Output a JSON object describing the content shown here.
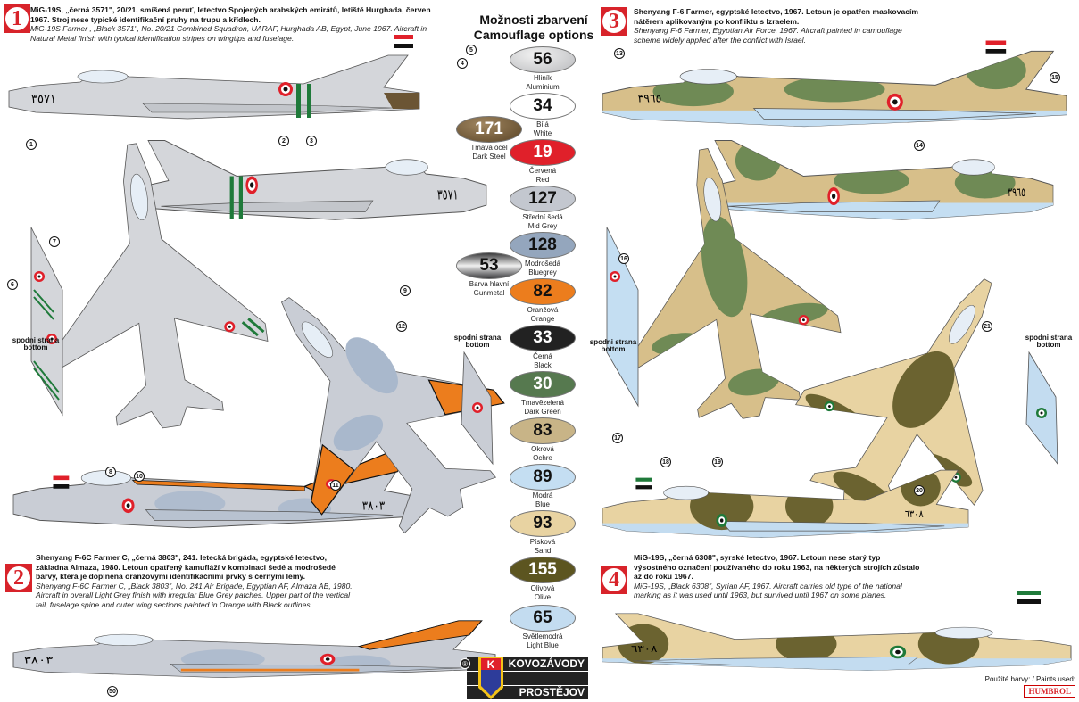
{
  "header": {
    "title_cz": "Možnosti zbarvení",
    "title_en": "Camouflage options"
  },
  "profiles": [
    {
      "number": "1",
      "cz": "MiG-19S, „černá 3571\", 20/21. smíšená peruť, letectvo Spojených arabských emirátů, letiště Hurghada, červen 1967. Stroj nese typické identifikační pruhy na trupu a křídlech.",
      "en": "MiG-19S Farmer , „Black 3571\", No. 20/21 Combined Squadron, UARAF, Hurghada AB, Egypt, June 1967. Aircraft in Natural Metal finish with typical identification stripes on wingtips and fuselage."
    },
    {
      "number": "2",
      "cz": "Shenyang F-6C Farmer C, „černá 3803\", 241. letecká brigáda, egyptské letectvo, základna Almaza, 1980. Letoun opatřený kamufláží v kombinaci šedé a modrošedé barvy, která je doplněna oranžovými identifikačními prvky s černými lemy.",
      "en": "Shenyang F-6C Farmer C, „Black 3803\", No. 241 Air Brigade, Egyptian AF, Almaza AB, 1980. Aircraft in overall Light Grey finish with irregular Blue Grey patches. Upper part of the vertical tail, fuselage spine and outer wing sections painted in Orange with Black outlines."
    },
    {
      "number": "3",
      "cz": "Shenyang F-6 Farmer, egyptské letectvo, 1967. Letoun je opatřen maskovacím nátěrem aplikovaným po konfliktu s Izraelem.",
      "en": "Shenyang F-6 Farmer, Egyptian Air Force, 1967. Aircraft painted in camouflage scheme widely applied after the conflict with Israel."
    },
    {
      "number": "4",
      "cz": "MiG-19S, „černá 6308\", syrské letectvo, 1967. Letoun nese starý typ výsostného označení používaného do roku 1963, na některých strojích zůstalo až do roku 1967.",
      "en": "MiG-19S, „Black 6308\", Syrian AF, 1967. Aircraft carries old type of the national marking as it was used until 1963, but survived until 1967 on some planes."
    }
  ],
  "paints": [
    {
      "code": "56",
      "cz": "Hliník",
      "en": "Aluminium",
      "color": "#c9cacc",
      "text": "#111"
    },
    {
      "code": "34",
      "cz": "Bílá",
      "en": "White",
      "color": "#ffffff",
      "text": "#111"
    },
    {
      "code": "171",
      "cz": "Tmavá ocel",
      "en": "Dark Steel",
      "color": "#6b5534",
      "text": "#fff"
    },
    {
      "code": "19",
      "cz": "Červená",
      "en": "Red",
      "color": "#e0202a",
      "text": "#fff"
    },
    {
      "code": "127",
      "cz": "Střední šedá",
      "en": "Mid Grey",
      "color": "#c3c7cf",
      "text": "#111"
    },
    {
      "code": "128",
      "cz": "Modrošedá",
      "en": "Bluegrey",
      "color": "#94a6bd",
      "text": "#111"
    },
    {
      "code": "53",
      "cz": "Barva hlavní",
      "en": "Gunmetal",
      "color": "#5a5a5c",
      "text": "#111"
    },
    {
      "code": "82",
      "cz": "Oranžová",
      "en": "Orange",
      "color": "#ec7d1d",
      "text": "#111"
    },
    {
      "code": "33",
      "cz": "Černá",
      "en": "Black",
      "color": "#222222",
      "text": "#fff"
    },
    {
      "code": "30",
      "cz": "Tmavězelená",
      "en": "Dark Green",
      "color": "#56794f",
      "text": "#fff"
    },
    {
      "code": "83",
      "cz": "Okrová",
      "en": "Ochre",
      "color": "#c8b487",
      "text": "#111"
    },
    {
      "code": "89",
      "cz": "Modrá",
      "en": "Blue",
      "color": "#c4def2",
      "text": "#111"
    },
    {
      "code": "93",
      "cz": "Písková",
      "en": "Sand",
      "color": "#e8d3a2",
      "text": "#111"
    },
    {
      "code": "155",
      "cz": "Olivová",
      "en": "Olive",
      "color": "#5c5520",
      "text": "#fff"
    },
    {
      "code": "65",
      "cz": "Světlemodrá",
      "en": "Light Blue",
      "color": "#c3dcf0",
      "text": "#111"
    }
  ],
  "bottom_label": {
    "cz": "spodni strana",
    "en": "bottom"
  },
  "serials": {
    "p1": "٣٥٧١",
    "p2": "٣٨٠٣",
    "p3": "٣٩٦٥",
    "p4": "٦٣٠٨"
  },
  "callouts": [
    "1",
    "2",
    "3",
    "4",
    "5",
    "6",
    "7",
    "8",
    "9",
    "10",
    "11",
    "12",
    "13",
    "14",
    "15",
    "16",
    "17",
    "18",
    "19",
    "20",
    "21",
    "50"
  ],
  "logo": {
    "top": "KOVOZÁVODY",
    "bottom": "PROSTĚJOV",
    "letter": "K",
    "registered": "®"
  },
  "paints_used": {
    "label": "Použité barvy: / Paints used:",
    "brand": "HUMBROL"
  },
  "colors": {
    "badge_red": "#d8232a",
    "egypt_red": "#e0202a",
    "syria_green": "#1f7a3a",
    "natural_metal": "#d4d6da",
    "camo_sand": "#d7bf8a",
    "camo_green": "#6f8a55",
    "camo_olive": "#6b6330",
    "orange": "#ec7d1d",
    "bluegrey": "#a9b8cc"
  }
}
